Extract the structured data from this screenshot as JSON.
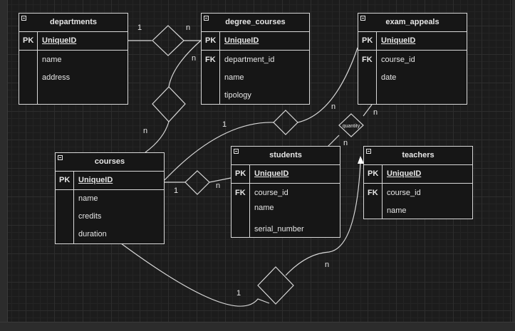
{
  "entities": {
    "departments": {
      "title": "departments",
      "pk_key": "PK",
      "pk_field": "UniqueID",
      "fields": [
        "name",
        "address"
      ]
    },
    "degree_courses": {
      "title": "degree_courses",
      "pk_key": "PK",
      "pk_field": "UniqueID",
      "fk_key": "FK",
      "fields": [
        "department_id",
        "name",
        "tipology"
      ]
    },
    "exam_appeals": {
      "title": "exam_appeals",
      "pk_key": "PK",
      "pk_field": "UniqueID",
      "fk_key": "FK",
      "fields": [
        "course_id",
        "date"
      ]
    },
    "courses": {
      "title": "courses",
      "pk_key": "PK",
      "pk_field": "UniqueID",
      "fields": [
        "name",
        "credits",
        "duration"
      ]
    },
    "students": {
      "title": "students",
      "pk_key": "PK",
      "pk_field": "UniqueID",
      "fk_key": "FK",
      "fields": [
        "course_id",
        "name",
        "serial_number"
      ]
    },
    "teachers": {
      "title": "teachers",
      "pk_key": "PK",
      "pk_field": "UniqueID",
      "fk_key": "FK",
      "fields": [
        "course_id",
        "name"
      ]
    }
  },
  "cardinalities": {
    "dep_deg_1": "1",
    "dep_deg_n": "n",
    "deg_courses_n_top": "n",
    "deg_courses_n_bottom": "n",
    "courses_exam_1": "1",
    "courses_exam_n": "n",
    "exam_students_n_top": "n",
    "exam_students_n_bottom": "n",
    "courses_students_1": "1",
    "courses_students_n": "n",
    "courses_teachers_1": "1",
    "courses_teachers_n": "n"
  },
  "relationship_labels": {
    "quantity": "quantity"
  },
  "colors": {
    "background": "#1c1c1c",
    "line": "#d8d8d8",
    "entity_fill": "#161616",
    "text": "#e6e6e6"
  }
}
